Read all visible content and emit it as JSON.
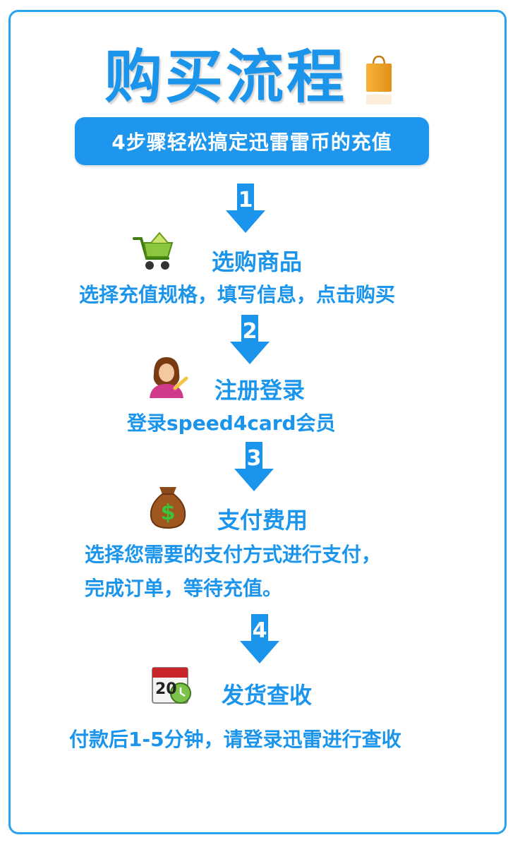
{
  "header": {
    "title": "购买流程",
    "subtitle": "4步骤轻松搞定迅雷雷币的充值"
  },
  "steps": [
    {
      "number": "1",
      "title": "选购商品",
      "desc": [
        "选择充值规格，填写信息，点击购买"
      ],
      "icon": "shopping-cart-icon"
    },
    {
      "number": "2",
      "title": "注册登录",
      "desc": [
        "登录speed4card会员"
      ],
      "icon": "user-avatar-icon"
    },
    {
      "number": "3",
      "title": "支付费用",
      "desc": [
        "选择您需要的支付方式进行支付，",
        "完成订单，等待充值。"
      ],
      "icon": "money-bag-icon"
    },
    {
      "number": "4",
      "title": "发货查收",
      "desc": [
        "付款后1-5分钟，请登录迅雷进行查收"
      ],
      "icon": "calendar-clock-icon"
    }
  ],
  "calendar_day": "20",
  "colors": {
    "accent": "#1b95ec",
    "subtitle_bg": "#1e96ed",
    "frame": "#29a3f0"
  }
}
